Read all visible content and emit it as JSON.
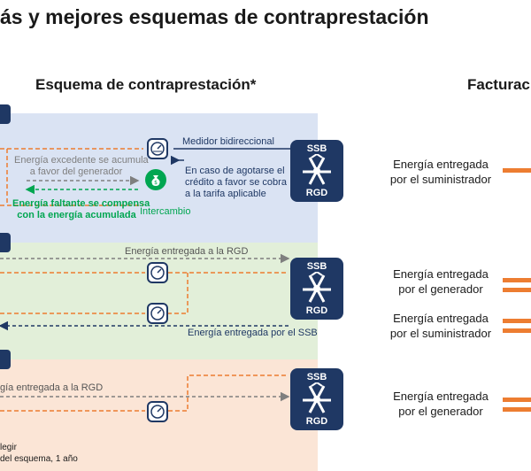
{
  "title": "ás y mejores esquemas de contraprestación",
  "headings": {
    "scheme": "Esquema de contraprestación*",
    "billing": "Facturac"
  },
  "colors": {
    "navy": "#1f3864",
    "orange": "#ed7d31",
    "green": "#00a651",
    "gray": "#7f7f7f",
    "band_blue": "#dae3f3",
    "band_green": "#e2efd9",
    "band_peach": "#fbe5d6"
  },
  "row1": {
    "meter_label": "Medidor bidireccional",
    "excess": [
      "Energía excedente se acumula",
      "a favor del generador"
    ],
    "shortfall": [
      "Energía faltante se compensa",
      "con la energía acumulada"
    ],
    "credit": [
      "En caso de agotarse el",
      "crédito a favor se cobra",
      "a la tarifa aplicable"
    ],
    "exchange": "Intercambio",
    "money_icon": "money-bag-icon"
  },
  "row2": {
    "to_rgd": "Energía entregada a la RGD",
    "from_ssb": "Energía entregada por el SSB"
  },
  "row3": {
    "to_rgd": "gía entregada a la RGD",
    "footnote": [
      "legir",
      "del esquema, 1 año"
    ]
  },
  "device": {
    "top": "SSB",
    "bottom": "RGD"
  },
  "billing": [
    {
      "lines": [
        "Energía entregada",
        "por el suministrador"
      ]
    },
    {
      "lines": [
        "Energía entregada",
        "por el generador"
      ]
    },
    {
      "lines": [
        "Energía entregada",
        "por el suministrador"
      ]
    },
    {
      "lines": [
        "Energía entregada",
        "por el generador"
      ]
    }
  ]
}
